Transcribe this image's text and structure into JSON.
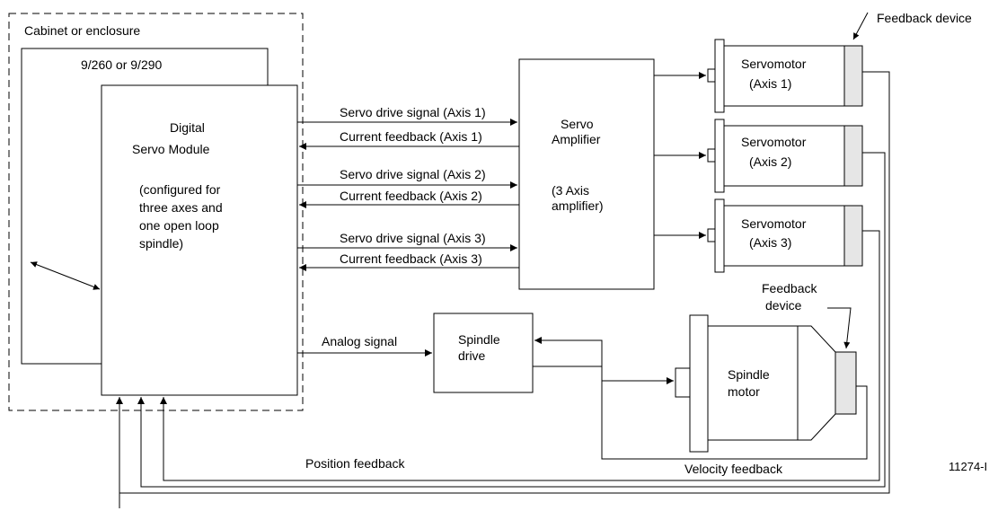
{
  "enclosure": {
    "label": "Cabinet or enclosure",
    "controller": "9/260 or 9/290"
  },
  "dsm": {
    "title_line1": "Digital",
    "title_line2": "Servo Module",
    "note_line1": "(configured for",
    "note_line2": "three axes and",
    "note_line3": "one open loop",
    "note_line4": "spindle)"
  },
  "signals": {
    "servo_drive_1": "Servo drive signal (Axis 1)",
    "current_fb_1": "Current feedback (Axis 1)",
    "servo_drive_2": "Servo drive signal (Axis 2)",
    "current_fb_2": "Current feedback (Axis 2)",
    "servo_drive_3": "Servo drive signal (Axis 3)",
    "current_fb_3": "Current feedback (Axis 3)",
    "analog": "Analog signal",
    "position_feedback": "Position feedback",
    "velocity_feedback": "Velocity feedback"
  },
  "amplifier": {
    "line1": "Servo",
    "line2": "Amplifier",
    "line3": "(3 Axis",
    "line4": "amplifier)"
  },
  "servomotors": [
    {
      "name": "Servomotor",
      "axis": "(Axis 1)"
    },
    {
      "name": "Servomotor",
      "axis": "(Axis 2)"
    },
    {
      "name": "Servomotor",
      "axis": "(Axis 3)"
    }
  ],
  "feedback_device_top": "Feedback device",
  "spindle_drive": {
    "line1": "Spindle",
    "line2": "drive"
  },
  "spindle_motor": {
    "line1": "Spindle",
    "line2": "motor"
  },
  "spindle_feedback": {
    "line1": "Feedback",
    "line2": "device"
  },
  "figure_id": "11274-I"
}
